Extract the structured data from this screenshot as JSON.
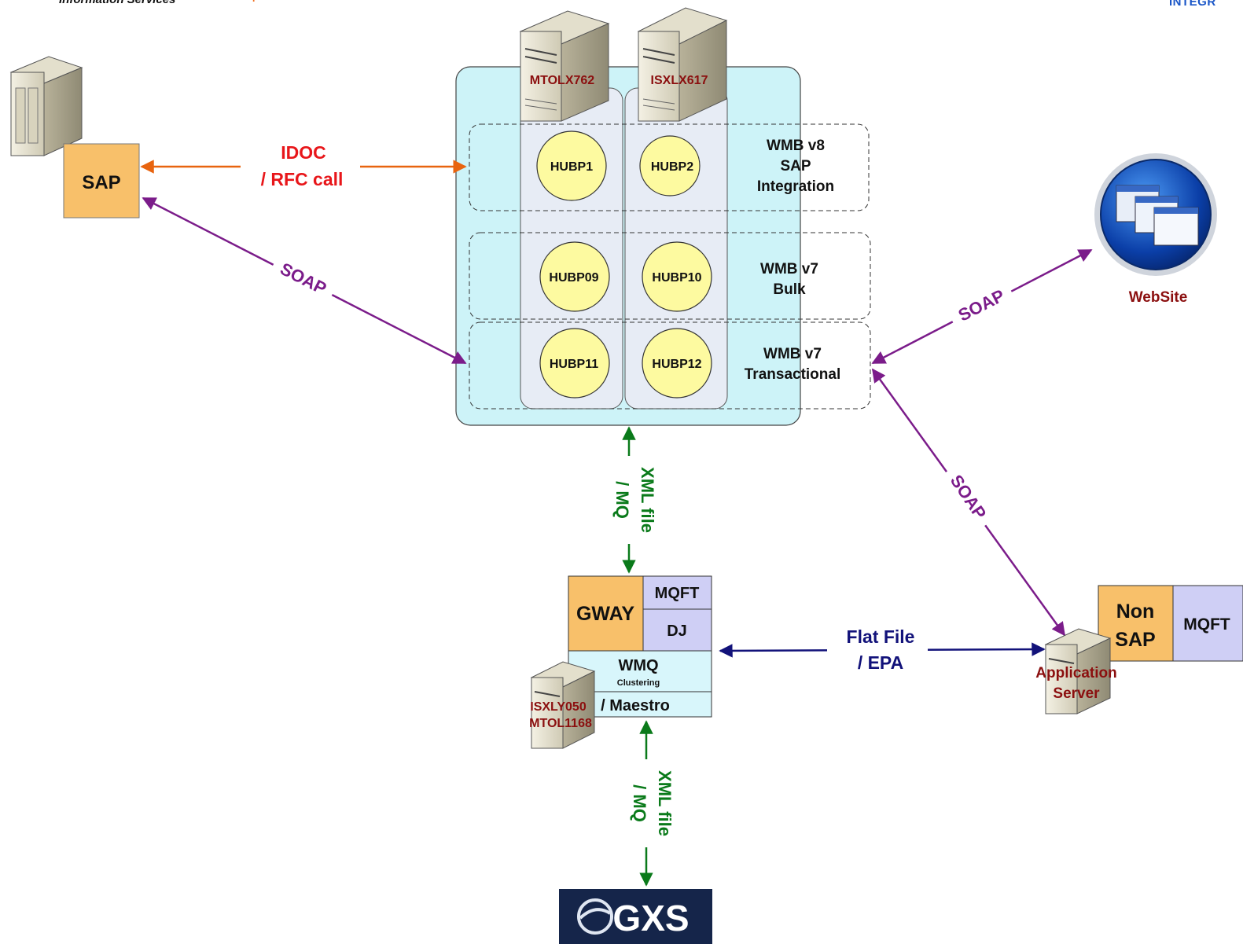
{
  "header": {
    "left": "Information Services",
    "plus": "+",
    "right": "INTEGR"
  },
  "nodes": {
    "sap": "SAP",
    "server1": "MTOLX762",
    "server2": "ISXLX617",
    "hub1": "HUBP1",
    "hub2": "HUBP2",
    "hub9": "HUBP09",
    "hub10": "HUBP10",
    "hub11": "HUBP11",
    "hub12": "HUBP12",
    "gway": "GWAY",
    "mqft": "MQFT",
    "dj": "DJ",
    "wmq": "WMQ",
    "clustering": "Clustering",
    "maestro": "/ Maestro",
    "gway_server_1": "ISXLY050",
    "gway_server_2": "MTOL1168",
    "non_sap_1": "Non",
    "non_sap_2": "SAP",
    "non_sap_mqft": "MQFT",
    "app_server_1": "Application",
    "app_server_2": "Server",
    "website": "WebSite",
    "gxs": "GXS"
  },
  "groups": {
    "wmb8": [
      "WMB v8",
      "SAP",
      "Integration"
    ],
    "wmb7bulk": [
      "WMB v7",
      "Bulk"
    ],
    "wmb7trans": [
      "WMB v7",
      "Transactional"
    ]
  },
  "edges": {
    "idoc_1": "IDOC",
    "idoc_2": "/ RFC call",
    "soap_left": "SOAP",
    "soap_web": "SOAP",
    "soap_app": "SOAP",
    "xml_top_1": "XML file",
    "xml_top_2": "/ MQ",
    "xml_bottom_1": "XML file",
    "xml_bottom_2": "/ MQ",
    "flat_1": "Flat File",
    "flat_2": "/ EPA"
  },
  "colors": {
    "orange_box": "#f8c06a",
    "lavender_box": "#cfcff5",
    "cyan_box": "#d8f6fb",
    "hub_fill": "#fdfaa0",
    "outer_panel": "#cdf3f8",
    "idoc": "#e8640f",
    "idoc_text": "#e8161a",
    "soap": "#7b1c8a",
    "xml": "#0a7a1a",
    "flat": "#12127a",
    "server_label": "#8b0f0f",
    "gxs_bg": "#15254a"
  }
}
